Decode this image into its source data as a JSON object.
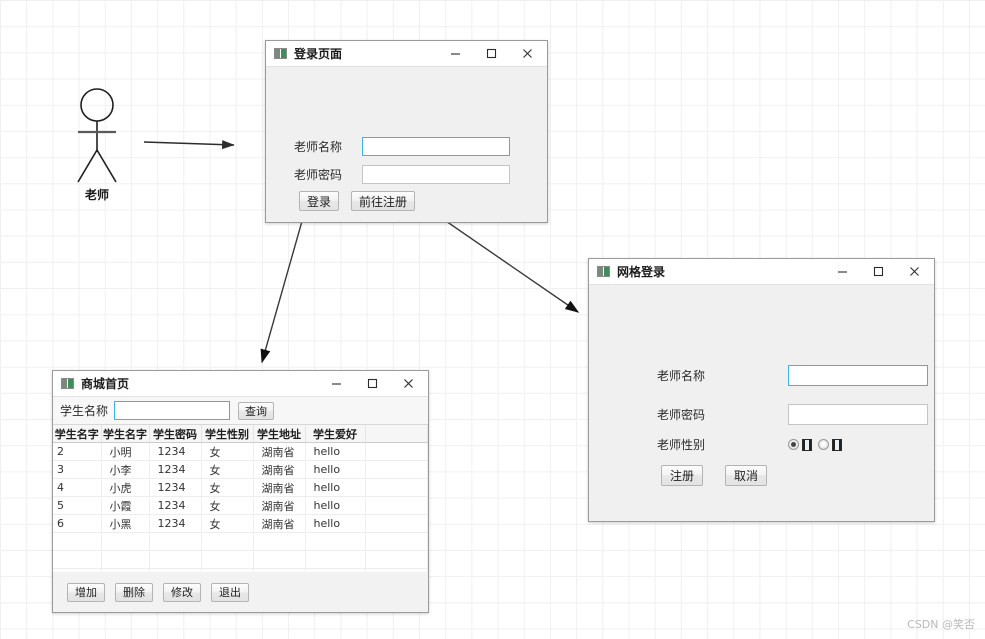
{
  "diagram": {
    "actor": {
      "label": "老师",
      "icon": "stick-figure-actor-icon"
    },
    "watermark": "CSDN @笑否"
  },
  "login_window": {
    "title": "登录页面",
    "icon": "app-icon",
    "controls": {
      "minimize": "–",
      "maximize": "□",
      "close": "✕"
    },
    "fields": [
      {
        "label": "老师名称",
        "value": "",
        "focused": true
      },
      {
        "label": "老师密码",
        "value": "",
        "focused": false
      }
    ],
    "buttons": [
      {
        "label": "登录"
      },
      {
        "label": "前往注册"
      }
    ]
  },
  "register_window": {
    "title": "网格登录",
    "icon": "app-icon",
    "controls": {
      "minimize": "–",
      "maximize": "□",
      "close": "✕"
    },
    "fields": [
      {
        "label": "老师名称",
        "value": "",
        "focused": true
      },
      {
        "label": "老师密码",
        "value": "",
        "focused": false
      }
    ],
    "gender": {
      "label": "老师性别",
      "options": [
        {
          "label": "□",
          "checked": true
        },
        {
          "label": "□",
          "checked": false
        }
      ]
    },
    "buttons": [
      {
        "label": "注册"
      },
      {
        "label": "取消"
      }
    ]
  },
  "table_window": {
    "title": "商城首页",
    "icon": "app-icon",
    "controls": {
      "minimize": "–",
      "maximize": "□",
      "close": "✕"
    },
    "search": {
      "label": "学生名称",
      "value": "",
      "placeholder": "",
      "button": "查询"
    },
    "table": {
      "columns": [
        "学生名字",
        "学生名字",
        "学生密码",
        "学生性别",
        "学生地址",
        "学生爱好",
        ""
      ],
      "rows": [
        [
          "2",
          "小明",
          "1234",
          "女",
          "湖南省",
          "hello",
          ""
        ],
        [
          "3",
          "小李",
          "1234",
          "女",
          "湖南省",
          "hello",
          ""
        ],
        [
          "4",
          "小虎",
          "1234",
          "女",
          "湖南省",
          "hello",
          ""
        ],
        [
          "5",
          "小霞",
          "1234",
          "女",
          "湖南省",
          "hello",
          ""
        ],
        [
          "6",
          "小黑",
          "1234",
          "女",
          "湖南省",
          "hello",
          ""
        ],
        [
          "",
          "",
          "",
          "",
          "",
          "",
          ""
        ],
        [
          "",
          "",
          "",
          "",
          "",
          "",
          ""
        ],
        [
          "",
          "",
          "",
          "",
          "",
          "",
          ""
        ]
      ]
    },
    "buttons": [
      {
        "label": "增加"
      },
      {
        "label": "删除"
      },
      {
        "label": "修改"
      },
      {
        "label": "退出"
      }
    ]
  }
}
